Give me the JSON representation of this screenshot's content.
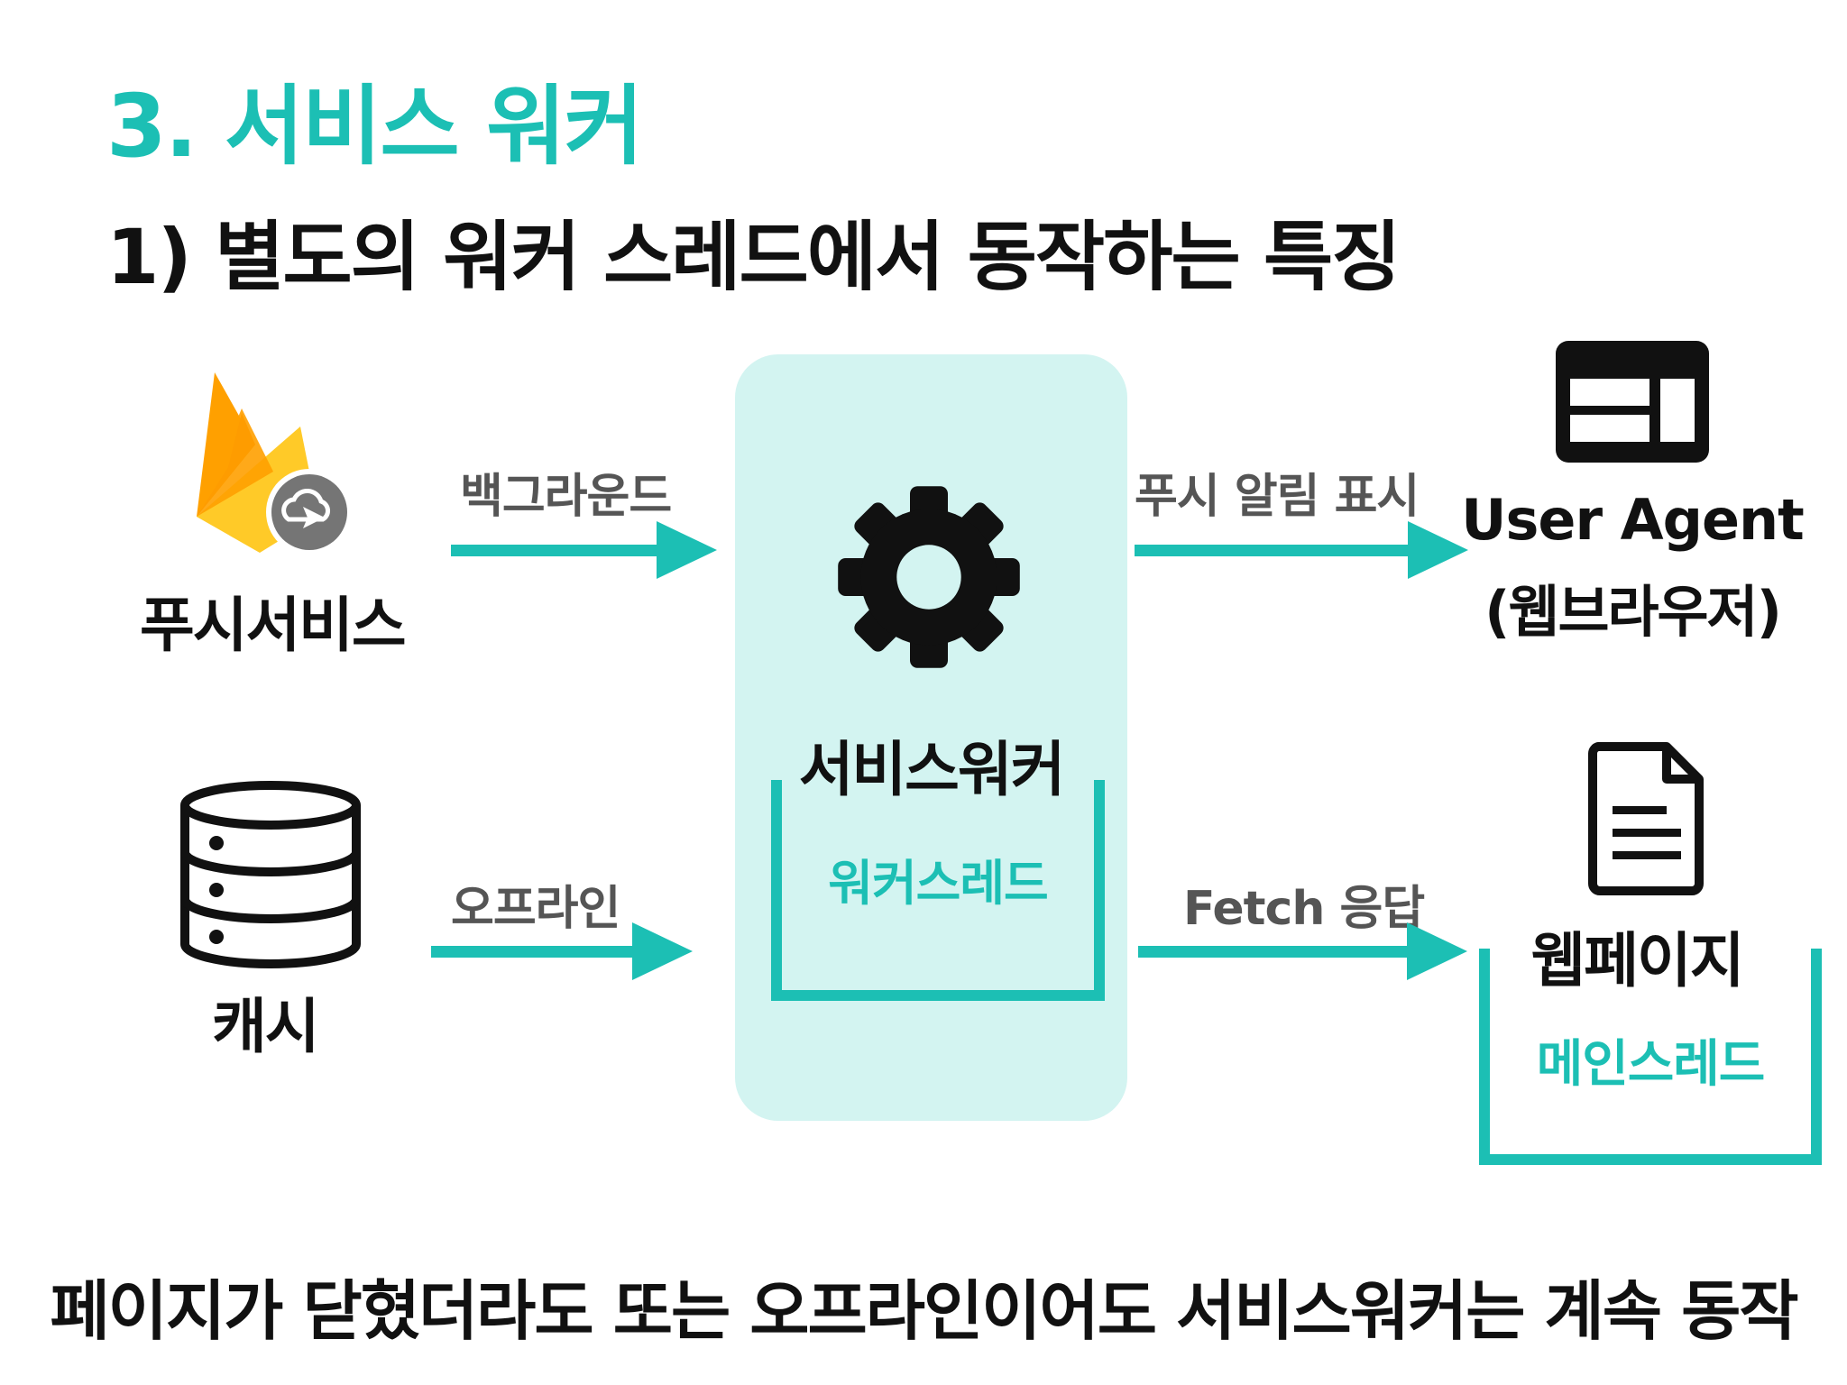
{
  "slide": {
    "title": "3. 서비스 워커",
    "subtitle": "1) 별도의 워커 스레드에서 동작하는 특징",
    "footer": "페이지가 닫혔더라도 또는 오프라인이어도 서비스워커는 계속 동작"
  },
  "diagram": {
    "push_service": {
      "label": "푸시서비스",
      "icon": "firebase-icon"
    },
    "cache": {
      "label": "캐시",
      "icon": "database-icon"
    },
    "service_worker": {
      "label": "서비스워커",
      "icon": "gear-icon",
      "thread_label": "워커스레드"
    },
    "user_agent": {
      "label_line1": "User Agent",
      "label_line2": "(웹브라우저)",
      "icon": "browser-window-icon"
    },
    "webpage": {
      "label": "웹페이지",
      "icon": "document-icon",
      "thread_label": "메인스레드"
    },
    "arrows": {
      "background": "백그라운드",
      "offline": "오프라인",
      "push_notify": "푸시 알림 표시",
      "fetch_response": "Fetch 응답"
    }
  },
  "colors": {
    "accent": "#1cbfb4",
    "panel": "#d3f4f1",
    "text": "#111111"
  }
}
